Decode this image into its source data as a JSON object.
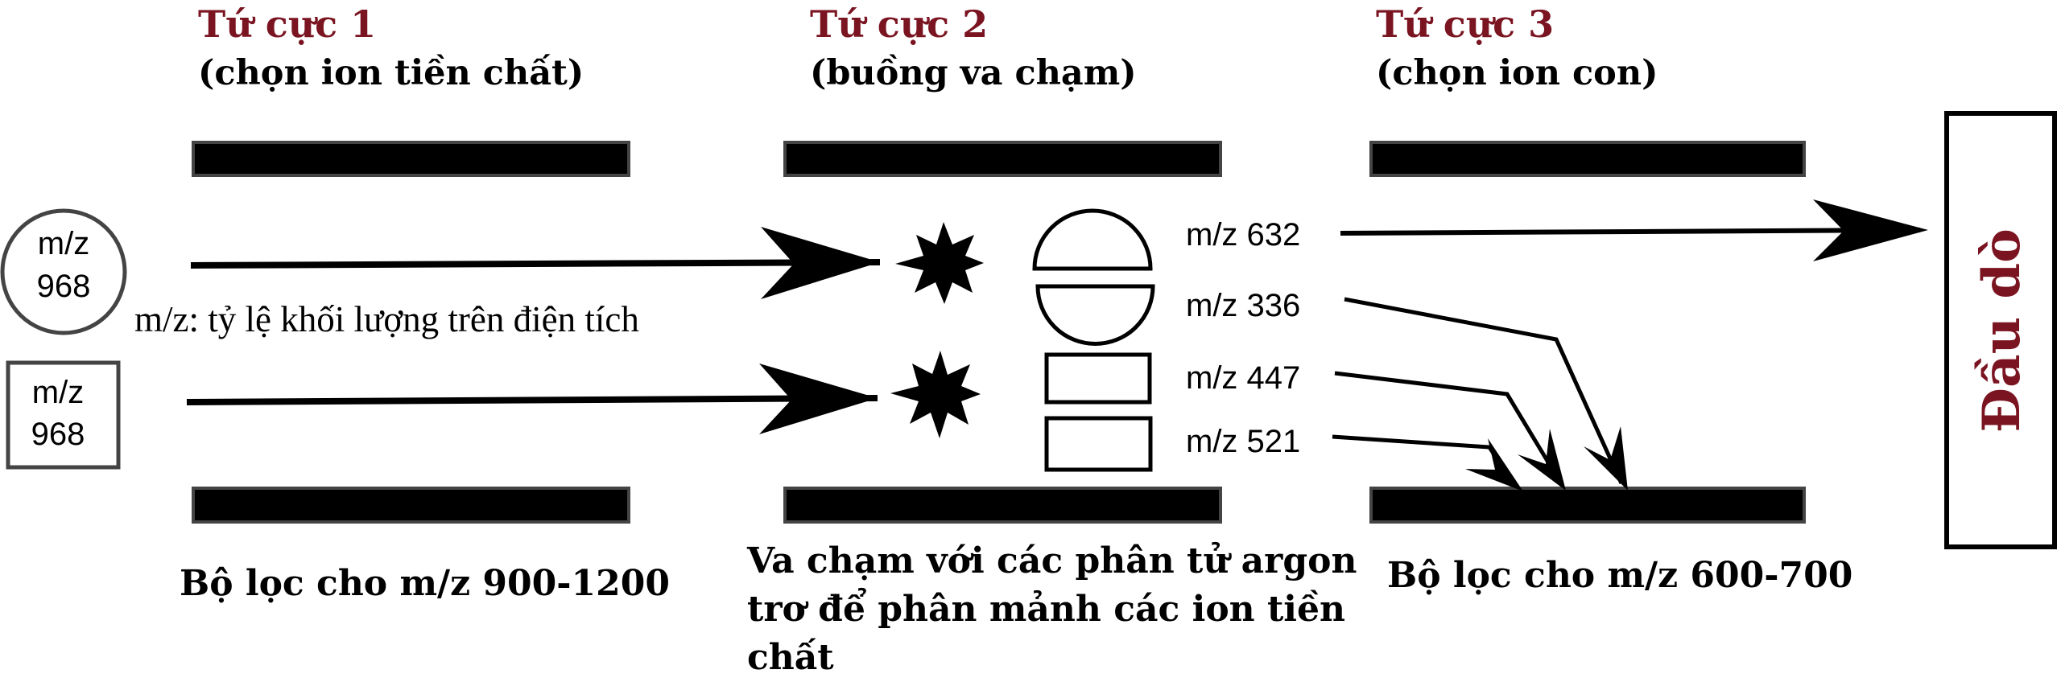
{
  "colors": {
    "accent": "#7a1421",
    "ink": "#000000",
    "rod_border": "#444444"
  },
  "quadrupoles": [
    {
      "title": "Tứ cực 1",
      "subtitle": "(chọn ion tiền chất)",
      "caption": "Bộ lọc cho m/z 900-1200"
    },
    {
      "title": "Tứ cực 2",
      "subtitle": "(buồng va chạm)",
      "caption_lines": [
        "Va chạm với các phân tử argon",
        "trơ để phân mảnh các ion tiền",
        "chất"
      ]
    },
    {
      "title": "Tứ cực 3",
      "subtitle": "(chọn ion con)",
      "caption": "Bộ lọc cho m/z 600-700"
    }
  ],
  "precursor_ions": [
    {
      "shape": "circle",
      "line1": "m/z",
      "line2": "968"
    },
    {
      "shape": "square",
      "line1": "m/z",
      "line2": "968"
    }
  ],
  "definition_note": "m/z: tỷ lệ khối lượng trên điện tích",
  "fragments": [
    {
      "label": "m/z 632",
      "shape": "upper-half-circle",
      "reaches_detector": true
    },
    {
      "label": "m/z 336",
      "shape": "lower-half-circle",
      "reaches_detector": false
    },
    {
      "label": "m/z 447",
      "shape": "rectangle",
      "reaches_detector": false
    },
    {
      "label": "m/z 521",
      "shape": "rectangle",
      "reaches_detector": false
    }
  ],
  "detector": {
    "label": "Đầu dò"
  }
}
